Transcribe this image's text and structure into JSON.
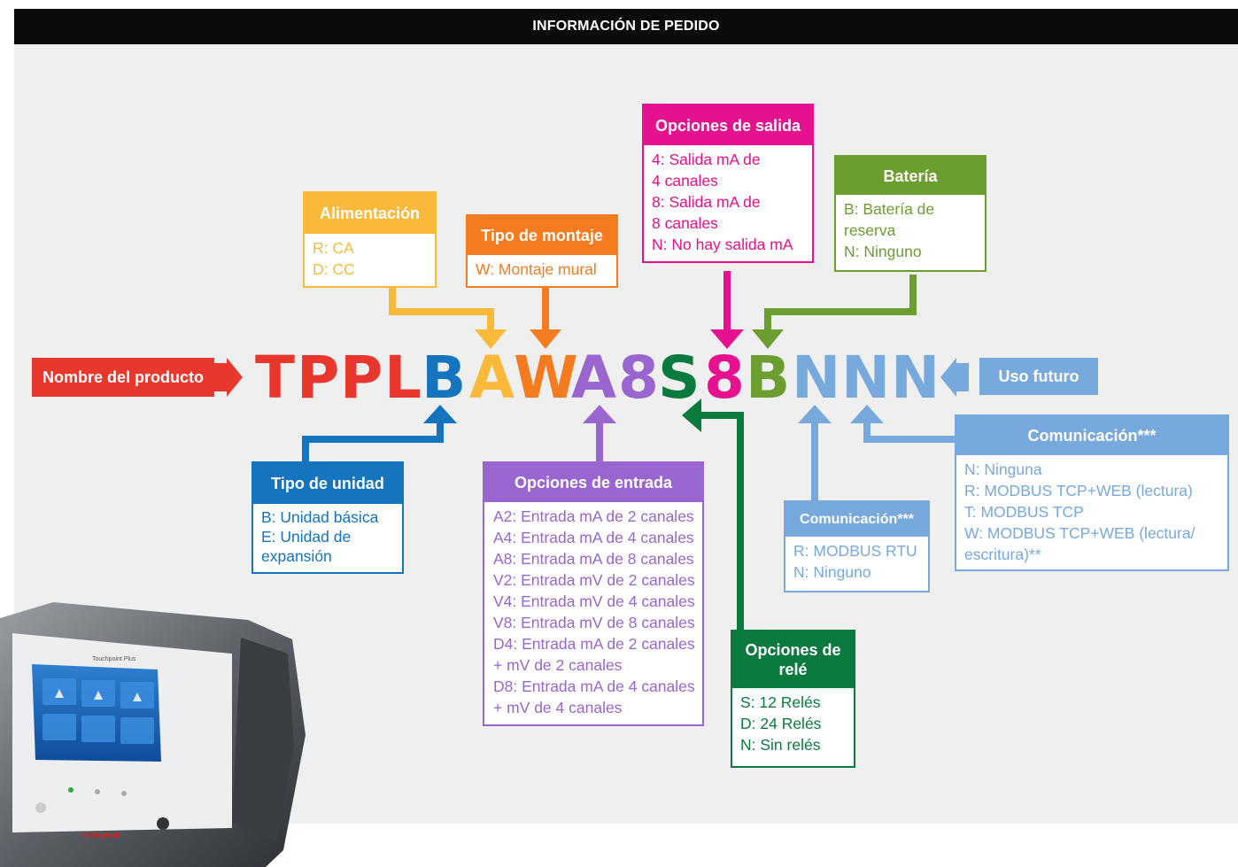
{
  "header": {
    "title": "INFORMACIÓN DE PEDIDO"
  },
  "colors": {
    "red": "#e8382d",
    "blue": "#1474bd",
    "yellow": "#fbb93a",
    "orange": "#f47b20",
    "purple": "#9965cf",
    "green_dark": "#0a7a3e",
    "magenta": "#e5118e",
    "green": "#6c9d2f",
    "lightblue": "#77a9dc"
  },
  "product_label": "Nombre del producto",
  "future_label": "Uso futuro",
  "code": {
    "chars": [
      "T",
      "P",
      "P",
      "L",
      "B",
      "A",
      "W",
      "A",
      "8",
      "S",
      "8",
      "B",
      "N",
      "N",
      "N"
    ]
  },
  "boxes": {
    "alimentacion": {
      "title": "Alimentación",
      "lines": [
        "R: CA",
        "D: CC"
      ]
    },
    "montaje": {
      "title": "Tipo de montaje",
      "lines": [
        "W: Montaje mural"
      ]
    },
    "salida": {
      "title": "Opciones de salida",
      "lines": [
        "4: Salida mA de",
        "4 canales",
        "8: Salida mA de",
        "8 canales",
        "N: No hay salida mA"
      ]
    },
    "bateria": {
      "title": "Batería",
      "lines": [
        "B: Batería de",
        "reserva",
        "N: Ninguno"
      ]
    },
    "unidad": {
      "title": "Tipo de unidad",
      "lines": [
        "B: Unidad básica",
        "E: Unidad de",
        "expansión"
      ]
    },
    "entrada": {
      "title": "Opciones de entrada",
      "lines": [
        "A2: Entrada mA de 2 canales",
        "A4: Entrada mA de 4 canales",
        "A8: Entrada mA de 8 canales",
        "V2: Entrada mV de 2 canales",
        "V4: Entrada mV de 4 canales",
        "V8: Entrada mV de 8 canales",
        "D4: Entrada mA de 2 canales",
        "+ mV de 2 canales",
        "D8: Entrada mA de 4 canales",
        "+ mV de 4 canales"
      ]
    },
    "rele": {
      "title_line1": "Opciones de",
      "title_line2": "relé",
      "lines": [
        "S: 12 Relés",
        "D: 24 Relés",
        "N: Sin relés"
      ]
    },
    "com1": {
      "title": "Comunicación***",
      "lines": [
        "R: MODBUS RTU",
        "N: Ninguno"
      ]
    },
    "com2": {
      "title": "Comunicación***",
      "lines": [
        "N: Ninguna",
        "R: MODBUS TCP+WEB (lectura)",
        "T: MODBUS TCP",
        "W: MODBUS TCP+WEB (lectura/",
        "escritura)**"
      ]
    }
  },
  "device": {
    "screen_title": "Touchpoint Plus",
    "brand": "Honeywell"
  }
}
